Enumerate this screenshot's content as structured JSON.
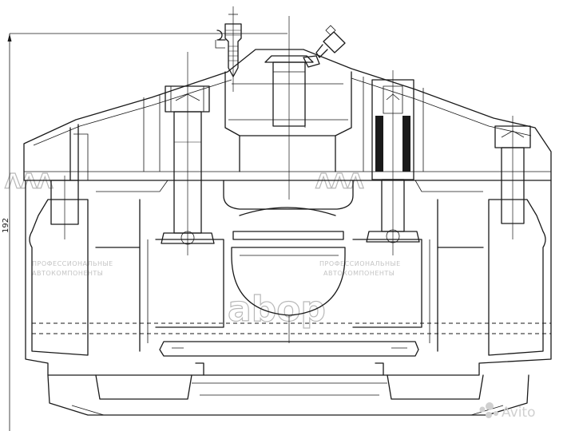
{
  "drawing": {
    "dimension_value": "192"
  },
  "watermark": {
    "brand": "ΛΛΛ",
    "logo": "abop",
    "line1": "ПРОФЕССИОНАЛЬНЫЕ",
    "line2": "АВТОКОМПОНЕНТЫ"
  },
  "marketplace": {
    "label": "Avito"
  }
}
